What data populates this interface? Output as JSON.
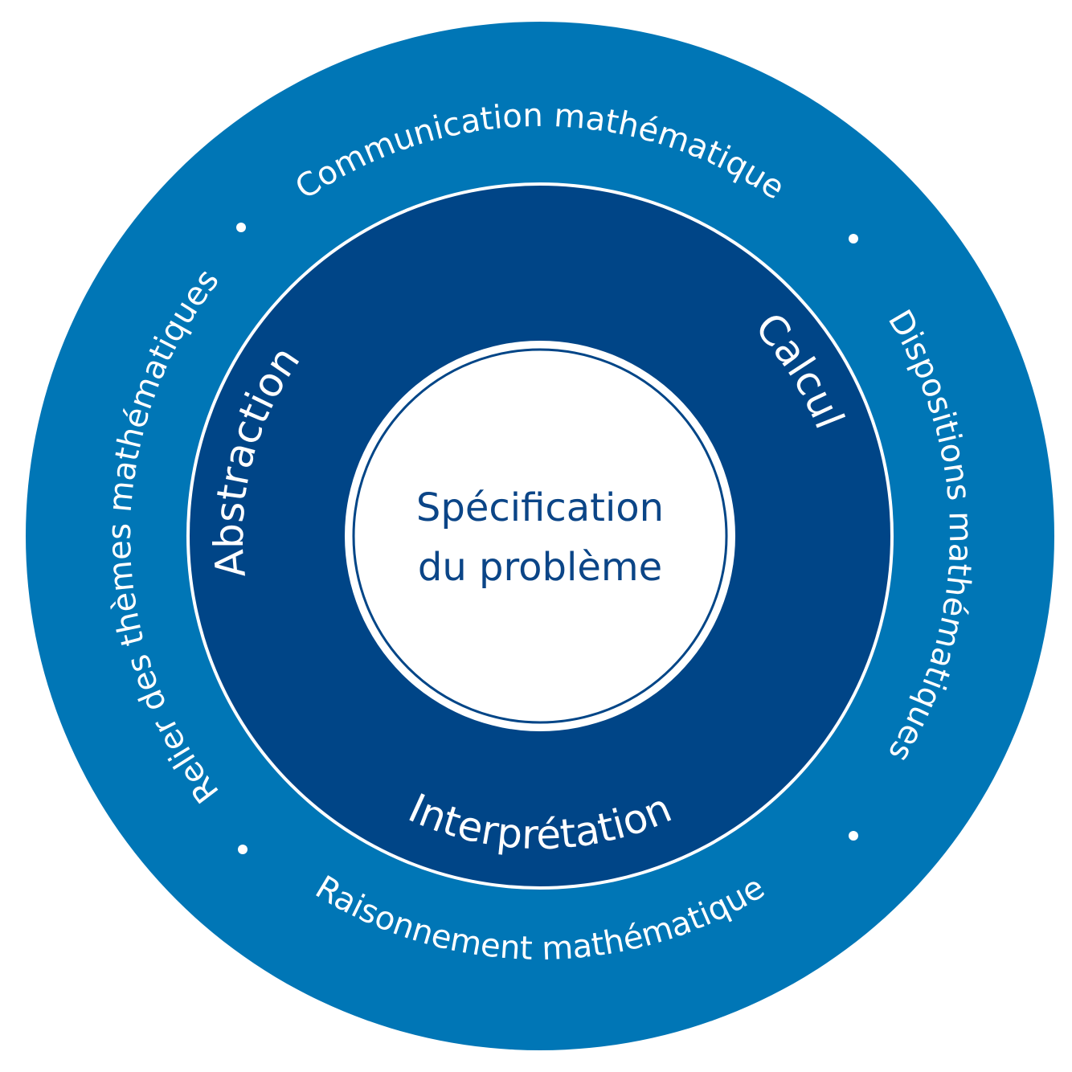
{
  "colors": {
    "outer_ring": "#0076b6",
    "middle_ring": "#004587",
    "separator": "#ffffff",
    "center_fill": "#ffffff",
    "center_text": "#0b4587",
    "label_text": "#ffffff"
  },
  "outer_ring": {
    "top": "Communication mathématique",
    "right": "Dispositions mathématiques",
    "bottom": "Raisonnement mathématique",
    "left": "Relier des thèmes mathématiques",
    "separator_count": 4
  },
  "middle_ring": {
    "left": "Abstraction",
    "right": "Calcul",
    "bottom": "Interprétation"
  },
  "center": {
    "line1": "Spécification",
    "line2": "du problème"
  }
}
